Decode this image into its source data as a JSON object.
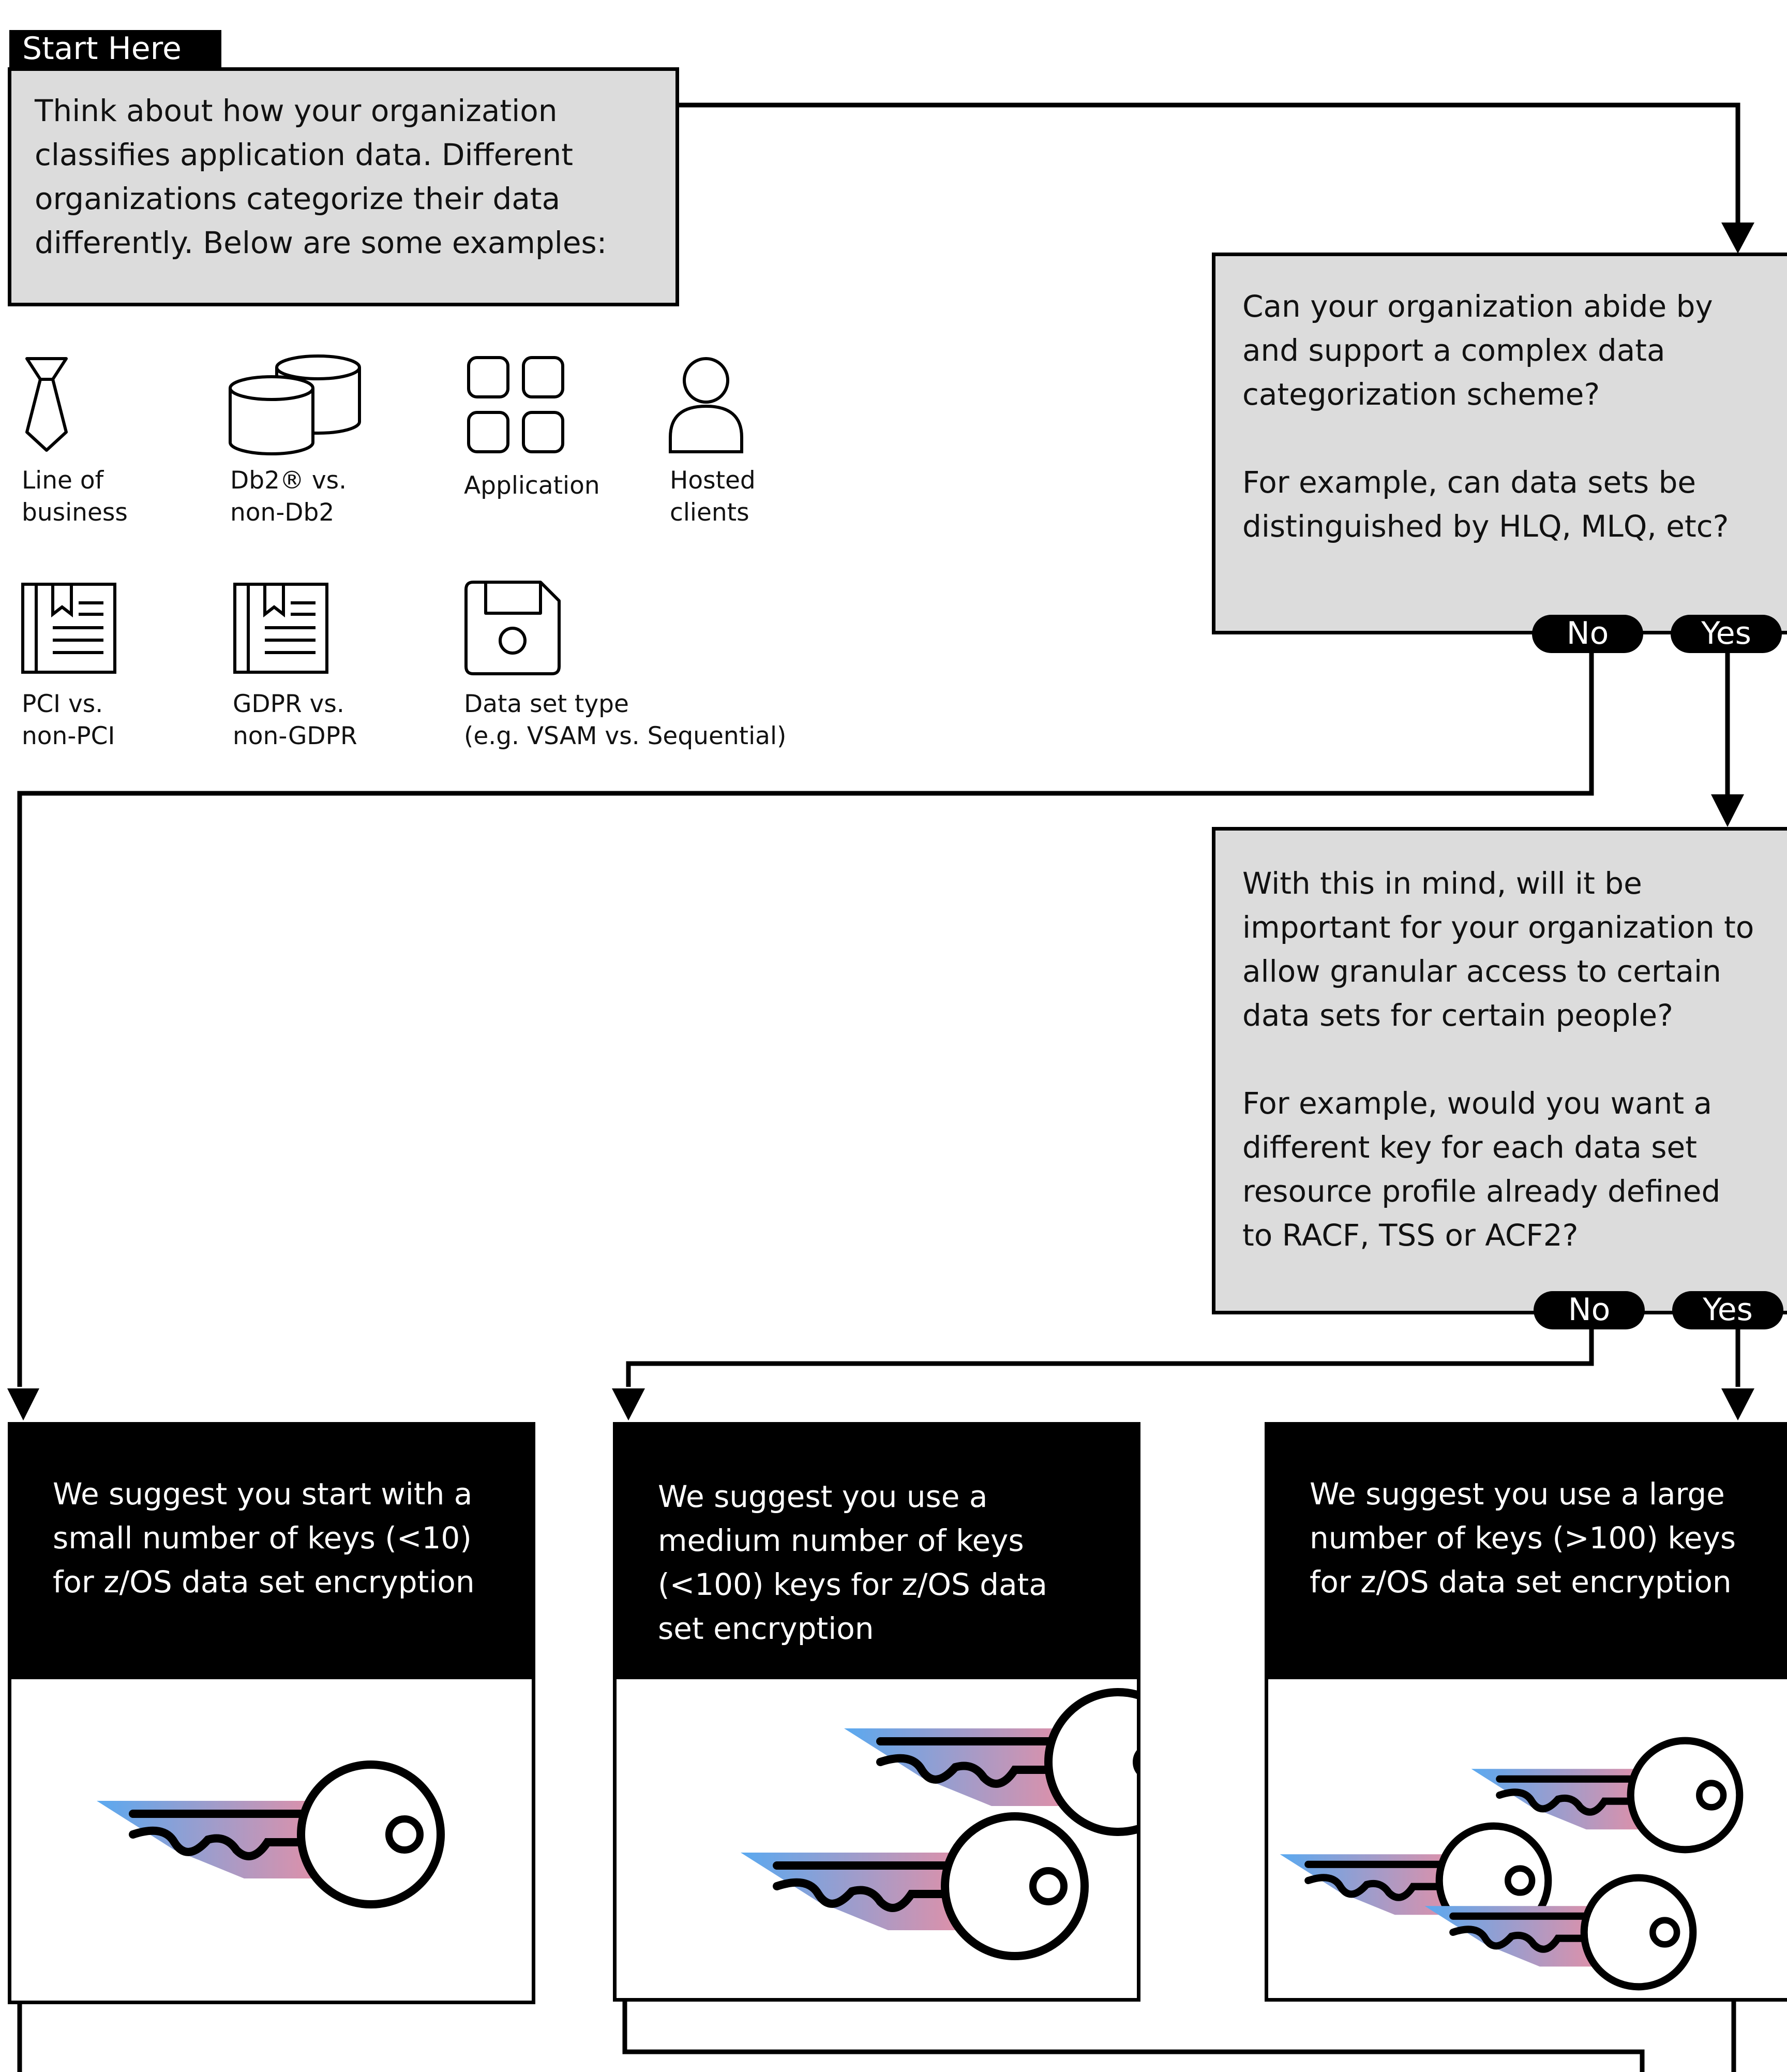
{
  "start_tab": "Start Here",
  "intro_text": "Think about how your organization classifies application data. Different organizations categorize their data differently. Below are some examples:",
  "examples": [
    {
      "label": "Line of\nbusiness",
      "icon": "necktie-icon"
    },
    {
      "label": "Db2® vs.\nnon-Db2",
      "icon": "database-icon"
    },
    {
      "label": "Application",
      "icon": "app-grid-icon"
    },
    {
      "label": "Hosted\nclients",
      "icon": "person-icon"
    },
    {
      "label": "PCI vs.\nnon-PCI",
      "icon": "document-icon"
    },
    {
      "label": "GDPR vs.\nnon-GDPR",
      "icon": "document-icon"
    },
    {
      "label": "Data set type\n(e.g. VSAM vs. Sequential)",
      "icon": "floppy-disk-icon"
    }
  ],
  "question1": {
    "question": "Can your organization abide by and support a complex data categorization scheme?",
    "example": "For example, can data sets be distinguished by HLQ, MLQ, etc?",
    "no_label": "No",
    "yes_label": "Yes"
  },
  "question2": {
    "question": "With this in mind, will it be important for your organization to allow granular access to certain data sets for certain people?",
    "example": "For example, would you want a different key for each data set resource profile already defined to RACF, TSS or ACF2?",
    "no_label": "No",
    "yes_label": "Yes"
  },
  "results": [
    {
      "text": "We suggest you start with a small number of keys (<10) for z/OS data set encryption",
      "keys": 1
    },
    {
      "text": "We suggest you use a medium number of keys (<100) keys for z/OS data set encryption",
      "keys": 2
    },
    {
      "text": "We suggest you use a large number of keys (>100) keys for z/OS data set encryption",
      "keys": 3
    }
  ],
  "colors": {
    "box_fill": "#dcdcdc",
    "line": "#000000",
    "key_blue": "#5aa9f0",
    "key_pink": "#e090a8"
  }
}
